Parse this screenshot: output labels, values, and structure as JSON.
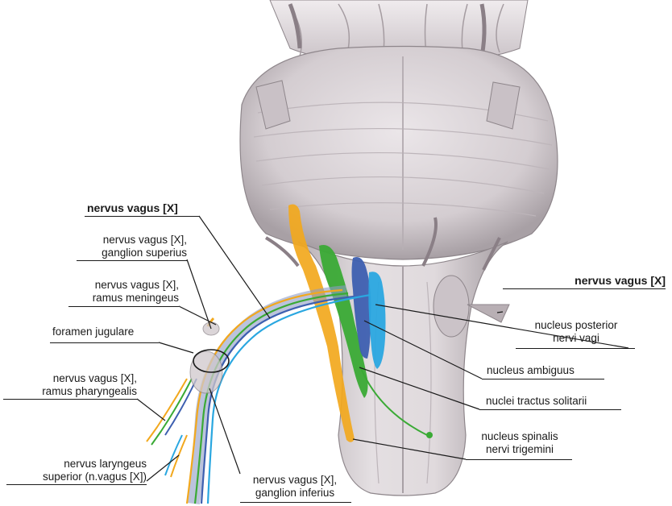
{
  "labels": {
    "vagus_main_left": "nervus vagus [X]",
    "ganglion_superius": "nervus vagus [X],\nganglion superius",
    "ramus_meningeus": "nervus vagus [X],\nramus meningeus",
    "foramen_jugulare": "foramen jugulare",
    "ramus_pharyngealis": "nervus vagus [X],\nramus pharyngealis",
    "laryngeus_superior": "nervus laryngeus\nsuperior (n.vagus [X])",
    "ganglion_inferius": "nervus vagus [X],\nganglion inferius",
    "vagus_main_right": "nervus vagus [X]",
    "nucleus_posterior": "nucleus posterior\nnervi vagi",
    "nucleus_ambiguus": "nucleus ambiguus",
    "nuclei_tractus": "nuclei tractus solitarii",
    "nucleus_spinalis": "nucleus spinalis\nnervi trigemini"
  },
  "colors": {
    "brainstem": "#d8d2d6",
    "brainstem_shade": "#a39aa0",
    "nucleus_spinalis_trigemini": "#f2a81d",
    "nuclei_tractus_solitarii": "#3aaa35",
    "nucleus_ambiguus": "#3d5fb0",
    "nucleus_posterior_vagi": "#2aa7e0",
    "leader_lines": "#1a1a1a"
  }
}
